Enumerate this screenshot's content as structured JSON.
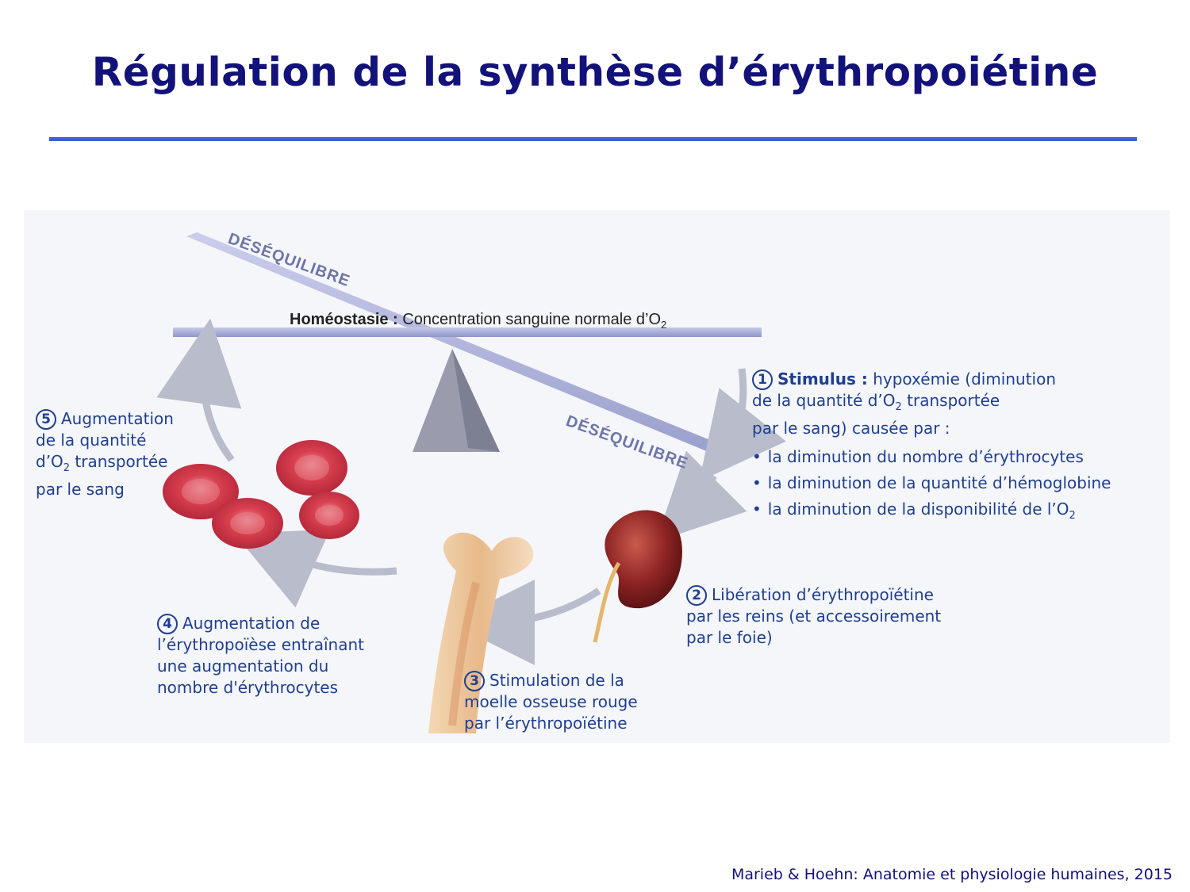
{
  "title": "Régulation de la synthèse d’érythropoiétine",
  "homeostasis": {
    "label_bold": "Homéostasie :",
    "label_text": "Concentration sanguine normale d’O",
    "label_sub": "2"
  },
  "imbalance": {
    "top": "DÉSÉQUILIBRE",
    "bottom": "DÉSÉQUILIBRE"
  },
  "steps": [
    {
      "num": "1",
      "heading": "Stimulus :",
      "line1": "hypoxémie (diminution",
      "line2a": "de la quantité d’O",
      "line2sub": "2",
      "line2b": " transportée",
      "line3": "par le sang) causée par :",
      "bullets": [
        "la diminution du nombre d’érythrocytes",
        "la diminution de la quantité d’hémoglobine",
        "la diminution de la disponibilité de l’O"
      ],
      "bullet_last_sub": "2"
    },
    {
      "num": "2",
      "line1": "Libération d’érythropoïétine",
      "line2": "par les reins (et accessoirement",
      "line3": "par le foie)"
    },
    {
      "num": "3",
      "line1": "Stimulation de la",
      "line2": "moelle osseuse rouge",
      "line3": "par l’érythropoïétine"
    },
    {
      "num": "4",
      "line1": "Augmentation de",
      "line2": "l’érythropoïèse entraînant",
      "line3": "une augmentation du",
      "line4": "nombre d'érythrocytes"
    },
    {
      "num": "5",
      "line1": "Augmentation",
      "line2": "de la quantité",
      "line3a": "d’O",
      "line3sub": "2",
      "line3b": " transportée",
      "line4": "par le sang"
    }
  ],
  "citation": "Marieb & Hoehn: Anatomie et physiologie humaines, 2015",
  "colors": {
    "title": "#12127a",
    "rule": "#3a63cf",
    "label_text": "#1f3f8f",
    "arrow": "#b9bccb",
    "erythrocyte": "#d9404f",
    "kidney": "#8e2424",
    "bone": "#e7c49a"
  }
}
